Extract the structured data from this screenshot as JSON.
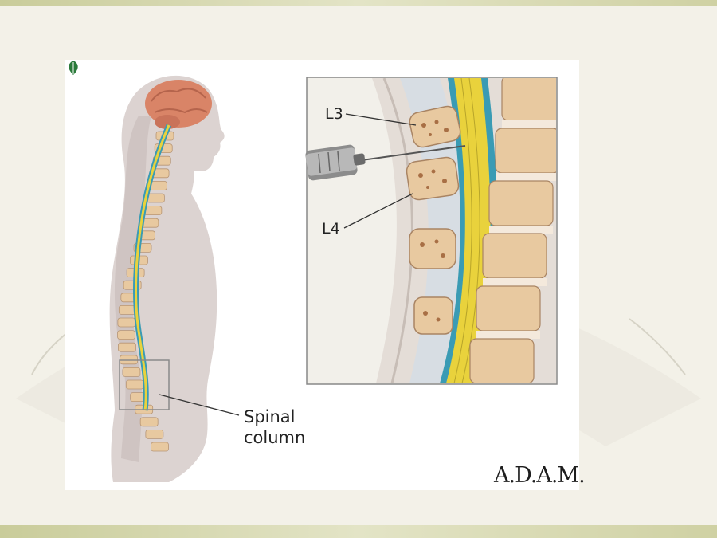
{
  "figure": {
    "inset_labels": {
      "upper_vertebra": "L3",
      "lower_vertebra": "L4"
    },
    "overview_label_line1": "Spinal",
    "overview_label_line2": "column",
    "credit_logo": "A.D.A.M."
  },
  "colors": {
    "slide_background": "#f3f1e8",
    "band": "#cfd1a3",
    "bone": "#e8c9a0",
    "spinal_cord": "#e9d23c",
    "dura": "#3a9bb4",
    "body_silhouette": "#dcd3d1",
    "brain": "#d98467",
    "logo_leaf": "#2a7a3a"
  }
}
